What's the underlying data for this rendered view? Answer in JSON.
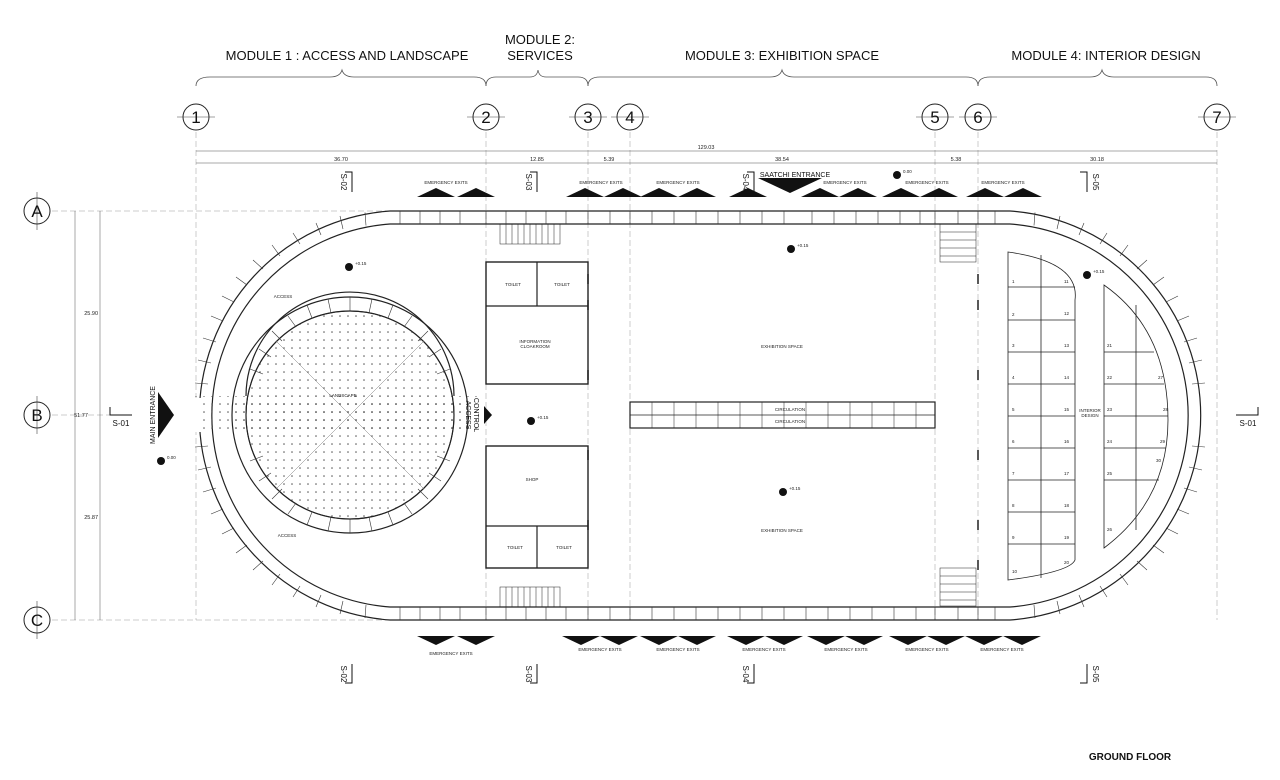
{
  "modules": [
    {
      "label": "MODULE 1 : ACCESS AND LANDSCAPE"
    },
    {
      "label_line1": "MODULE 2:",
      "label_line2": "SERVICES"
    },
    {
      "label": "MODULE 3: EXHIBITION SPACE"
    },
    {
      "label": "MODULE 4: INTERIOR DESIGN"
    }
  ],
  "grid_columns": [
    "1",
    "2",
    "3",
    "4",
    "5",
    "6",
    "7"
  ],
  "grid_rows": [
    "A",
    "B",
    "C"
  ],
  "dimensions": {
    "total": "129.03",
    "spans": [
      "36.70",
      "12.85",
      "5.39",
      "38.54",
      "5.38",
      "30.18"
    ],
    "vertical": [
      "25.90",
      "25.87"
    ],
    "overall_vertical": "51.77"
  },
  "sections": {
    "s01": "S-01",
    "s02": "S-02",
    "s03": "S-03",
    "s04": "S-04",
    "s05": "S-05"
  },
  "labels": {
    "emergency_exits": "EMERGENCY EXITS",
    "saatchi_entrance": "SAATCHI ENTRANCE",
    "main_entrance": "MAIN ENTRANCE",
    "control_access_1": "CONTROL",
    "control_access_2": "ACCESS",
    "access": "ACCESS",
    "landscape": "LANDSCAPE",
    "toilet": "TOILET",
    "information_1": "INFORMATION",
    "information_2": "CLOAKROOM",
    "shop": "SHOP",
    "exhibition_space": "EXHIBITION SPACE",
    "circulation": "CIRCULATION",
    "interior_design_1": "INTERIOR",
    "interior_design_2": "DESIGN",
    "title": "GROUND FLOOR"
  },
  "levels": {
    "l1": "+0.15",
    "l2": "0.00",
    "l3": "+0.15",
    "l4": "+0.15",
    "l5": "+0.15",
    "l6": "0.00",
    "l7": "+0.15"
  },
  "stall_numbers_left": [
    "1",
    "2",
    "3",
    "4",
    "5",
    "6",
    "7",
    "8",
    "9",
    "10"
  ],
  "stall_numbers_mid": [
    "11",
    "12",
    "13",
    "14",
    "15",
    "16",
    "17",
    "18",
    "19",
    "20"
  ],
  "stall_numbers_right_a": [
    "21",
    "22",
    "23",
    "24",
    "25",
    "26"
  ],
  "stall_numbers_right_b": [
    "27",
    "28",
    "29",
    "30"
  ]
}
